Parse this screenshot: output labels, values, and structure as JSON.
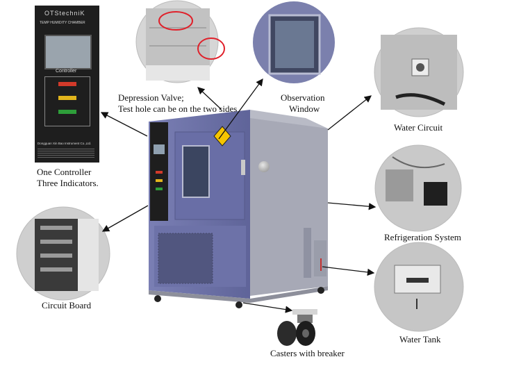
{
  "controller_panel": {
    "brand": "OTStechniK",
    "chamber_title": "TEMP HUMIDITY CHAMBER",
    "controller_label": "Controller",
    "company": "Dongguan Xin Bao Instrument Co.,Ltd."
  },
  "callouts": {
    "controller": {
      "line1": "One Controller",
      "line2": "Three Indicators."
    },
    "valve": {
      "line1": "Depression Valve;",
      "line2": "Test hole can be on the two sides"
    },
    "window": {
      "line1": "Observation",
      "line2": "Window"
    },
    "water_circuit": "Water Circuit",
    "refrigeration": "Refrigeration System",
    "circuit_board": "Circuit Board",
    "water_tank": "Water Tank",
    "casters": "Casters with breaker"
  },
  "colors": {
    "chamber_body": "#6e73a8",
    "side_panel": "#a7a9b6",
    "indicator_red": "#d23a2a",
    "indicator_yellow": "#e2b51c",
    "indicator_green": "#2e9e3a",
    "highlight_circle": "#e0202a"
  },
  "icons": [
    "warning-icon",
    "caster-wheel-icon"
  ]
}
